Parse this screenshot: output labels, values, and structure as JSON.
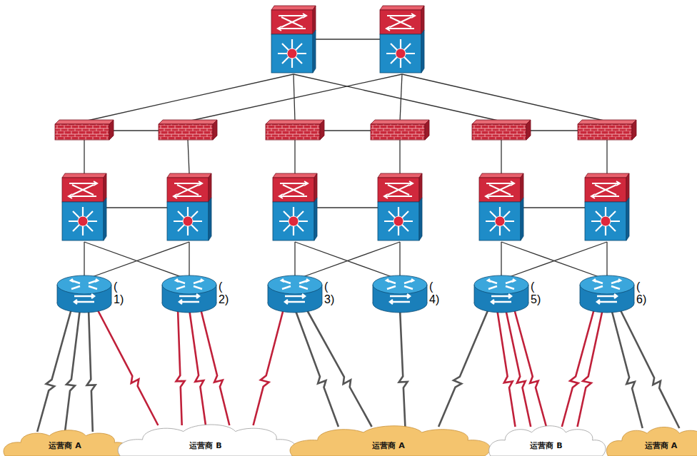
{
  "diagram": {
    "nodes": [
      {
        "text": [
          "( 1)"
        ]
      },
      {
        "text": [
          "( 2)"
        ]
      },
      {
        "text": [
          "( 3)"
        ]
      },
      {
        "text": [
          "( 4)"
        ]
      },
      {
        "text": [
          "( 5)"
        ]
      },
      {
        "text": [
          "( 6)"
        ]
      },
      {
        "text": [
          "运营商 A"
        ]
      },
      {
        "text": [
          "运营商 B"
        ]
      },
      {
        "text": [
          "运营商 A"
        ]
      },
      {
        "text": [
          "运营商 B"
        ]
      },
      {
        "text": [
          "运营商 A"
        ]
      }
    ],
    "edges": [
      {
        "from": 0,
        "to": 6,
        "arrow": "none"
      },
      {
        "from": 0,
        "to": 6,
        "arrow": "none"
      },
      {
        "from": 0,
        "to": 6,
        "arrow": "none"
      },
      {
        "from": 0,
        "to": 7,
        "arrow": "none"
      },
      {
        "from": 1,
        "to": 7,
        "arrow": "none"
      },
      {
        "from": 1,
        "to": 7,
        "arrow": "none"
      },
      {
        "from": 1,
        "to": 7,
        "arrow": "none"
      },
      {
        "from": 2,
        "to": 7,
        "arrow": "none"
      },
      {
        "from": 2,
        "to": 8,
        "arrow": "none"
      },
      {
        "from": 2,
        "to": 8,
        "arrow": "none"
      },
      {
        "from": 3,
        "to": 8,
        "arrow": "none"
      },
      {
        "from": 4,
        "to": 8,
        "arrow": "none"
      },
      {
        "from": 4,
        "to": 9,
        "arrow": "none"
      },
      {
        "from": 4,
        "to": 9,
        "arrow": "none"
      },
      {
        "from": 4,
        "to": 9,
        "arrow": "none"
      },
      {
        "from": 5,
        "to": 9,
        "arrow": "none"
      },
      {
        "from": 5,
        "to": 9,
        "arrow": "none"
      },
      {
        "from": 5,
        "to": 10,
        "arrow": "none"
      },
      {
        "from": 5,
        "to": 10,
        "arrow": "none"
      }
    ]
  }
}
